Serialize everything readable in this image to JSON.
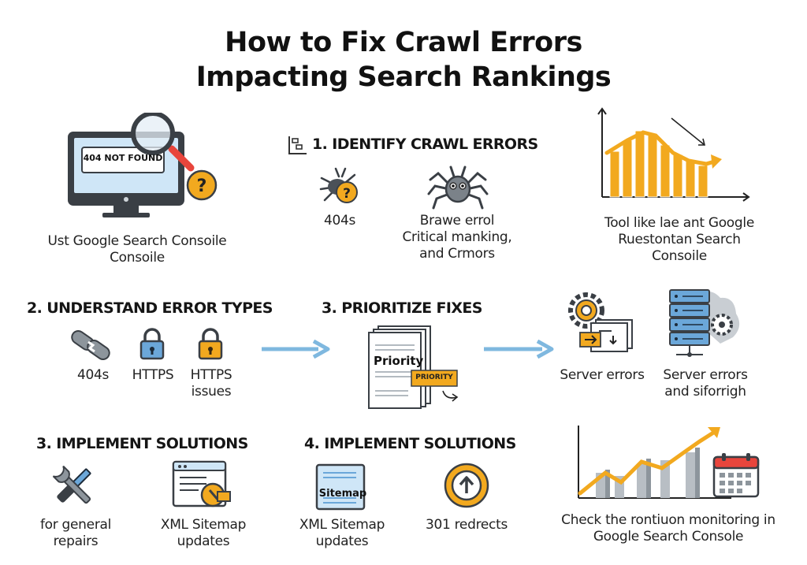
{
  "title": {
    "line1": "How to Fix Crawl Errors",
    "line2": "Impacting Search Rankings"
  },
  "colors": {
    "orange": "#f2a91f",
    "blue_screen": "#cfe6f7",
    "arrow_blue": "#7fb8df",
    "dark": "#222222",
    "gray": "#9aa3ab",
    "red": "#e8453c"
  },
  "panel_monitor": {
    "screen_text": "404 NOT FOUND",
    "icons": [
      "monitor-icon",
      "magnifier-icon",
      "question-badge-icon"
    ],
    "caption": [
      "Ust Google Search Consoile",
      "Consoile"
    ]
  },
  "step1": {
    "heading": "1. IDENTIFY CRAWL ERRORS",
    "items": [
      {
        "icon": "bug-question-icon",
        "caption": [
          "404s"
        ]
      },
      {
        "icon": "spider-icon",
        "caption": [
          "Brawe errol",
          "Critical manking,",
          "and Crmors"
        ]
      }
    ]
  },
  "panel_chart": {
    "icon": "declining-chart-icon",
    "caption": [
      "Tool like lae ant Google",
      "Ruestontan Search",
      "Consoile"
    ]
  },
  "step2": {
    "heading": "2. UNDERSTAND ERROR TYPES",
    "items": [
      {
        "icon": "broken-link-icon",
        "caption": [
          "404s"
        ]
      },
      {
        "icon": "blue-lock-icon",
        "caption": [
          "HTTPS"
        ]
      },
      {
        "icon": "orange-lock-icon",
        "caption": [
          "HTTPS",
          "issues"
        ]
      }
    ]
  },
  "step3_prioritize": {
    "heading": "3. PRIORITIZE FIXES",
    "doc_title": "Priority",
    "tag_label": "PRIORITY"
  },
  "servers": {
    "items": [
      {
        "icon": "gear-files-icon",
        "caption": [
          "Server errors"
        ]
      },
      {
        "icon": "server-rack-icon",
        "caption": [
          "Server errors",
          "and siforrigh"
        ]
      }
    ]
  },
  "step3_implement": {
    "heading": "3. IMPLEMENT SOLUTIONS",
    "items": [
      {
        "icon": "wrench-screwdriver-icon",
        "caption": [
          "for general",
          "repairs"
        ]
      },
      {
        "icon": "sitemap-window-icon",
        "caption": [
          "XML Sitemap",
          "updates"
        ]
      }
    ]
  },
  "step4_implement": {
    "heading": "4. IMPLEMENT SOLUTIONS",
    "items": [
      {
        "icon": "sitemap-doc-icon",
        "label": "Sitemap",
        "caption": [
          "XML Sitemap",
          "updates"
        ]
      },
      {
        "icon": "redirect-up-arrow-icon",
        "caption": [
          "301 redrects"
        ]
      }
    ]
  },
  "panel_monitoring": {
    "icons": [
      "rising-chart-icon",
      "calendar-icon"
    ],
    "caption": [
      "Check the rontiuon monitoring in",
      "Google Search Console"
    ]
  }
}
